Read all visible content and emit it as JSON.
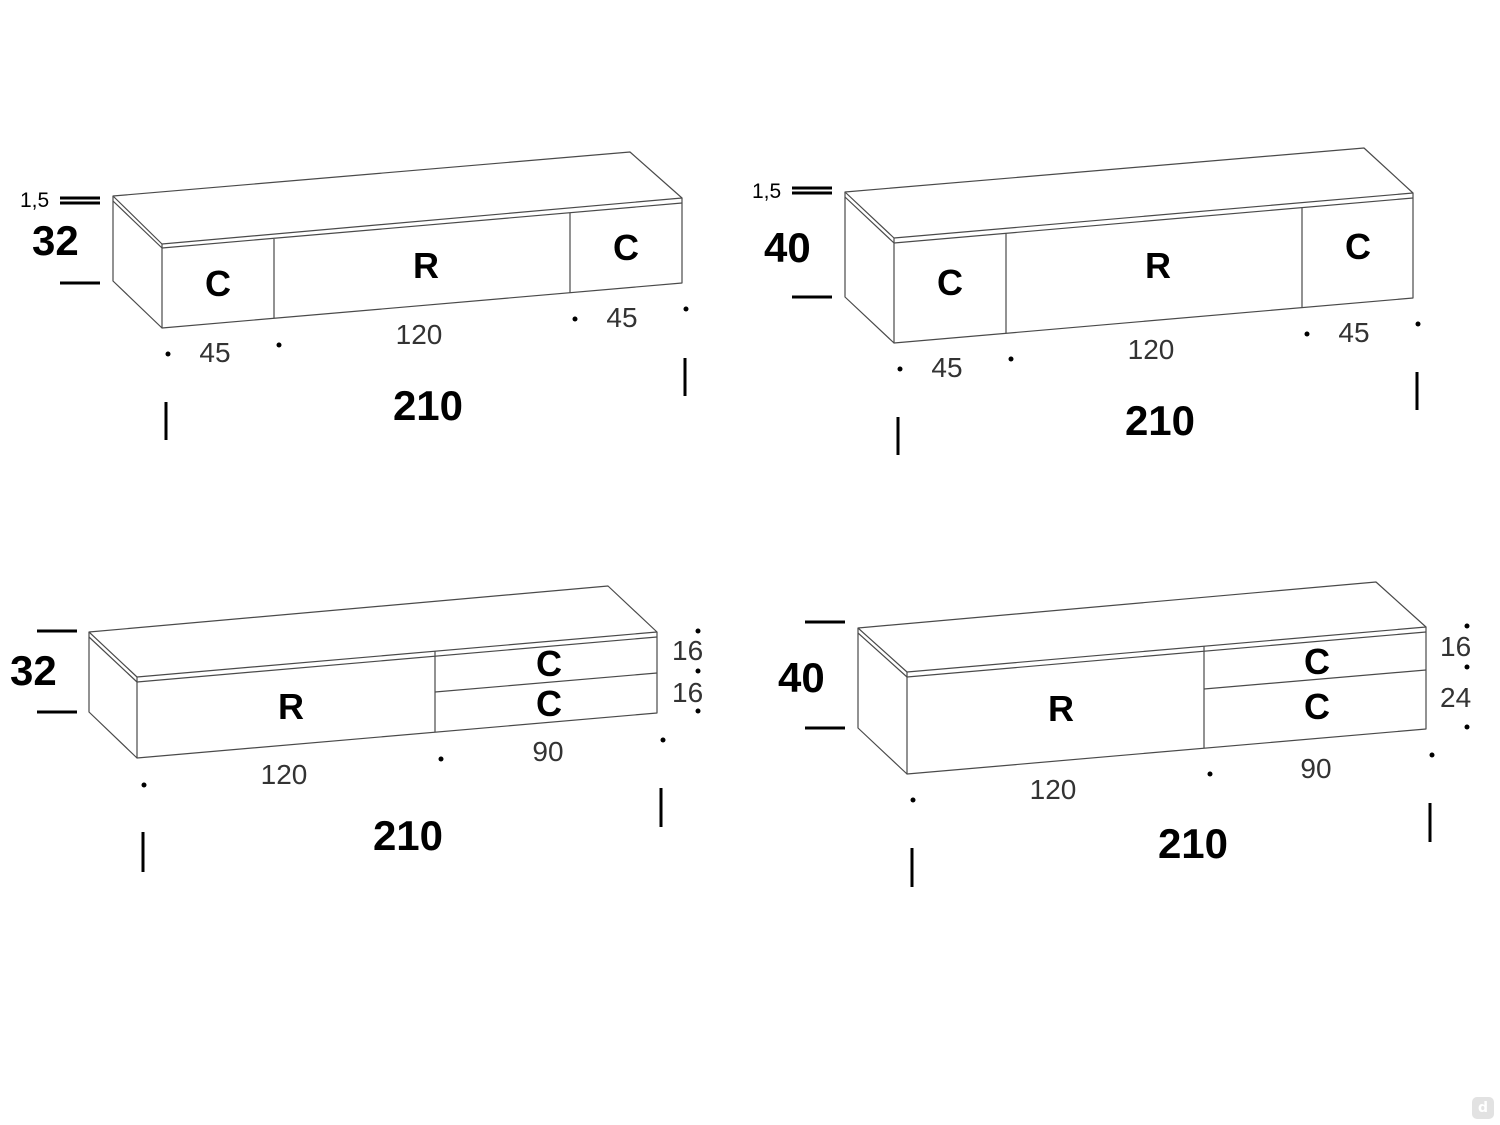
{
  "diagrams": [
    {
      "id": "tl",
      "height": "32",
      "top_thickness": "1,5",
      "width_total": "210",
      "sections": [
        {
          "label": "C",
          "width": "45"
        },
        {
          "label": "R",
          "width": "120"
        },
        {
          "label": "C",
          "width": "45"
        }
      ]
    },
    {
      "id": "tr",
      "height": "40",
      "top_thickness": "1,5",
      "width_total": "210",
      "sections": [
        {
          "label": "C",
          "width": "45"
        },
        {
          "label": "R",
          "width": "120"
        },
        {
          "label": "C",
          "width": "45"
        }
      ]
    },
    {
      "id": "bl",
      "height": "32",
      "width_total": "210",
      "sections": [
        {
          "label": "R",
          "width": "120"
        },
        {
          "label": "C",
          "width": "90"
        }
      ],
      "stacked": [
        {
          "label": "C",
          "height": "16"
        },
        {
          "label": "C",
          "height": "16"
        }
      ]
    },
    {
      "id": "br",
      "height": "40",
      "width_total": "210",
      "sections": [
        {
          "label": "R",
          "width": "120"
        },
        {
          "label": "C",
          "width": "90"
        }
      ],
      "stacked": [
        {
          "label": "C",
          "height": "16"
        },
        {
          "label": "C",
          "height": "24"
        }
      ]
    }
  ],
  "watermark_icon": "d-logo-icon"
}
